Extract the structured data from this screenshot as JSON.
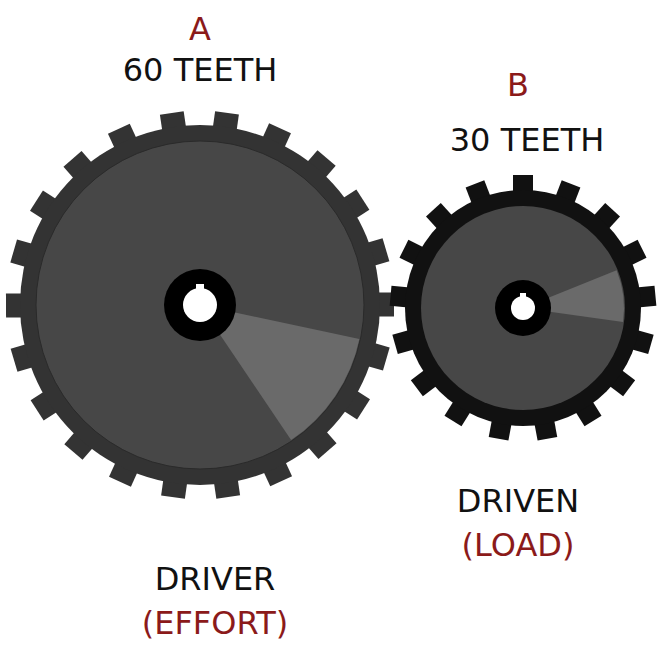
{
  "diagram": {
    "labels": [
      "A",
      "60 TEETH",
      "B",
      "30 TEETH",
      "DRIVEN",
      "(LOAD)",
      "DRIVER",
      "(EFFORT)"
    ]
  }
}
